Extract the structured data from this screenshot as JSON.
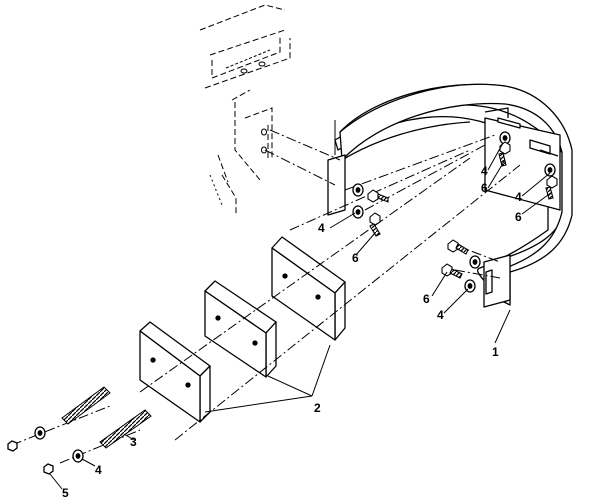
{
  "callouts": {
    "bracket": "1",
    "blocks": "2",
    "rod": "3",
    "washer": "4",
    "nut": "5",
    "bolt": "6"
  }
}
